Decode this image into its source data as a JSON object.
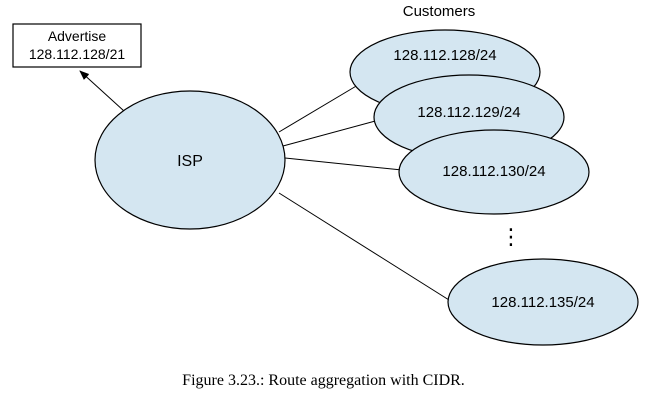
{
  "title": "Customers",
  "advertise": {
    "line1": "Advertise",
    "line2": "128.112.128/21"
  },
  "isp": {
    "label": "ISP"
  },
  "customers": [
    {
      "label": "128.112.128/24"
    },
    {
      "label": "128.112.129/24"
    },
    {
      "label": "128.112.130/24"
    },
    {
      "label": "128.112.135/24"
    }
  ],
  "ellipsis": "⋮",
  "caption": "Figure 3.23.: Route aggregation with CIDR.",
  "colors": {
    "node_fill": "#d4e6f1",
    "stroke": "#000000",
    "background": "#ffffff"
  }
}
